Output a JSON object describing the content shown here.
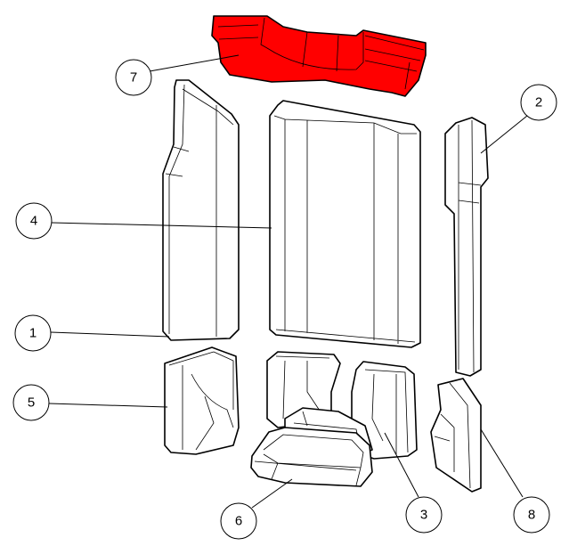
{
  "diagram": {
    "accent_color": "#ff0000",
    "callouts": [
      "1",
      "2",
      "3",
      "4",
      "5",
      "6",
      "7",
      "8"
    ]
  }
}
